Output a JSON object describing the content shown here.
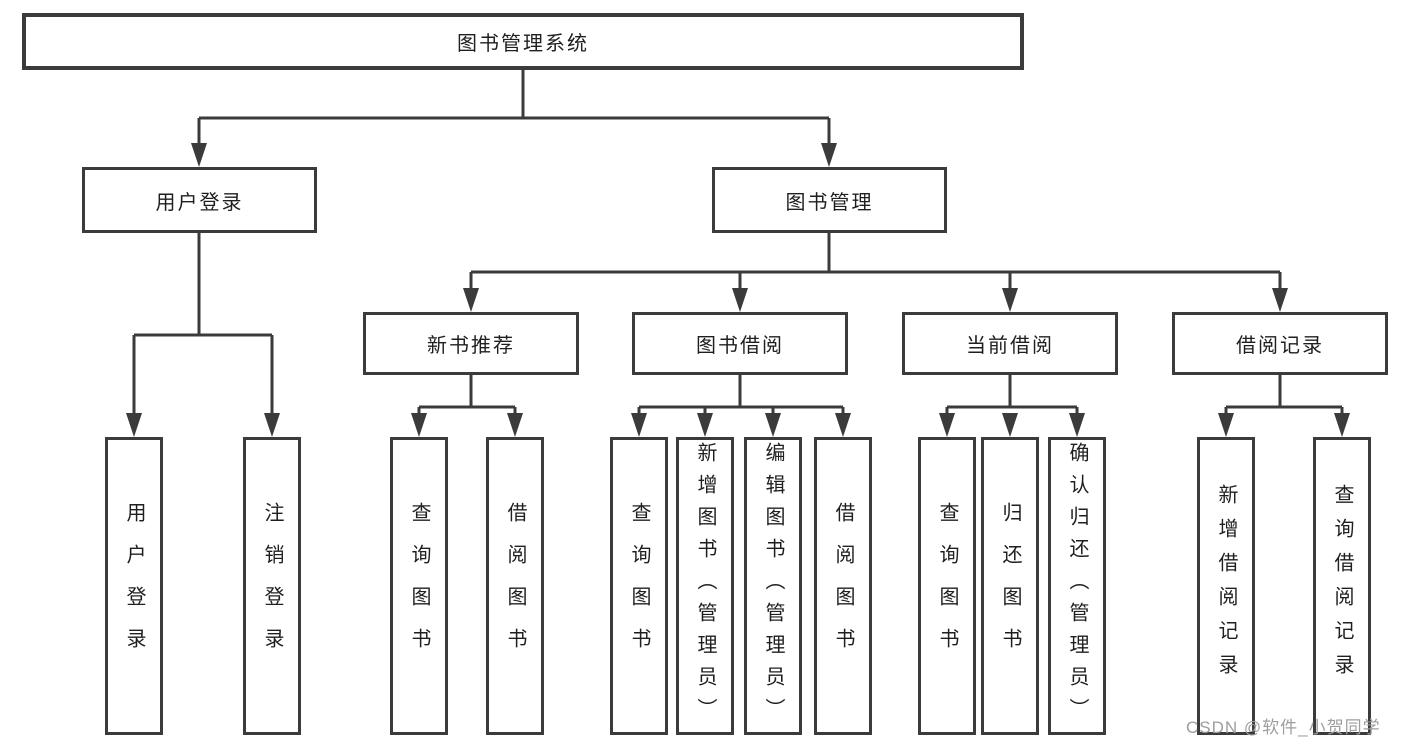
{
  "diagram_title": "图书管理系统",
  "colors": {
    "line": "#3b3b3b",
    "text": "#1f1f1f",
    "background": "#ffffff",
    "watermark": "#9e9e9e"
  },
  "watermark": "CSDN @软件_小贺同学",
  "nodes": {
    "root": {
      "label": "图书管理系统"
    },
    "level2": [
      {
        "label": "用户登录",
        "parent": "图书管理系统"
      },
      {
        "label": "图书管理",
        "parent": "图书管理系统"
      }
    ],
    "level3": [
      {
        "label": "新书推荐",
        "parent": "图书管理"
      },
      {
        "label": "图书借阅",
        "parent": "图书管理"
      },
      {
        "label": "当前借阅",
        "parent": "图书管理"
      },
      {
        "label": "借阅记录",
        "parent": "图书管理"
      }
    ],
    "leaves": [
      {
        "label": "用户登录",
        "parent": "用户登录"
      },
      {
        "label": "注销登录",
        "parent": "用户登录"
      },
      {
        "label": "查询图书",
        "parent": "新书推荐"
      },
      {
        "label": "借阅图书",
        "parent": "新书推荐"
      },
      {
        "label": "查询图书",
        "parent": "图书借阅"
      },
      {
        "label": "新增图书（管理员）",
        "parent": "图书借阅"
      },
      {
        "label": "编辑图书（管理员）",
        "parent": "图书借阅"
      },
      {
        "label": "借阅图书",
        "parent": "图书借阅"
      },
      {
        "label": "查询图书",
        "parent": "当前借阅"
      },
      {
        "label": "归还图书",
        "parent": "当前借阅"
      },
      {
        "label": "确认归还（管理员）",
        "parent": "当前借阅"
      },
      {
        "label": "新增借阅记录",
        "parent": "借阅记录"
      },
      {
        "label": "查询借阅记录",
        "parent": "借阅记录"
      }
    ]
  }
}
